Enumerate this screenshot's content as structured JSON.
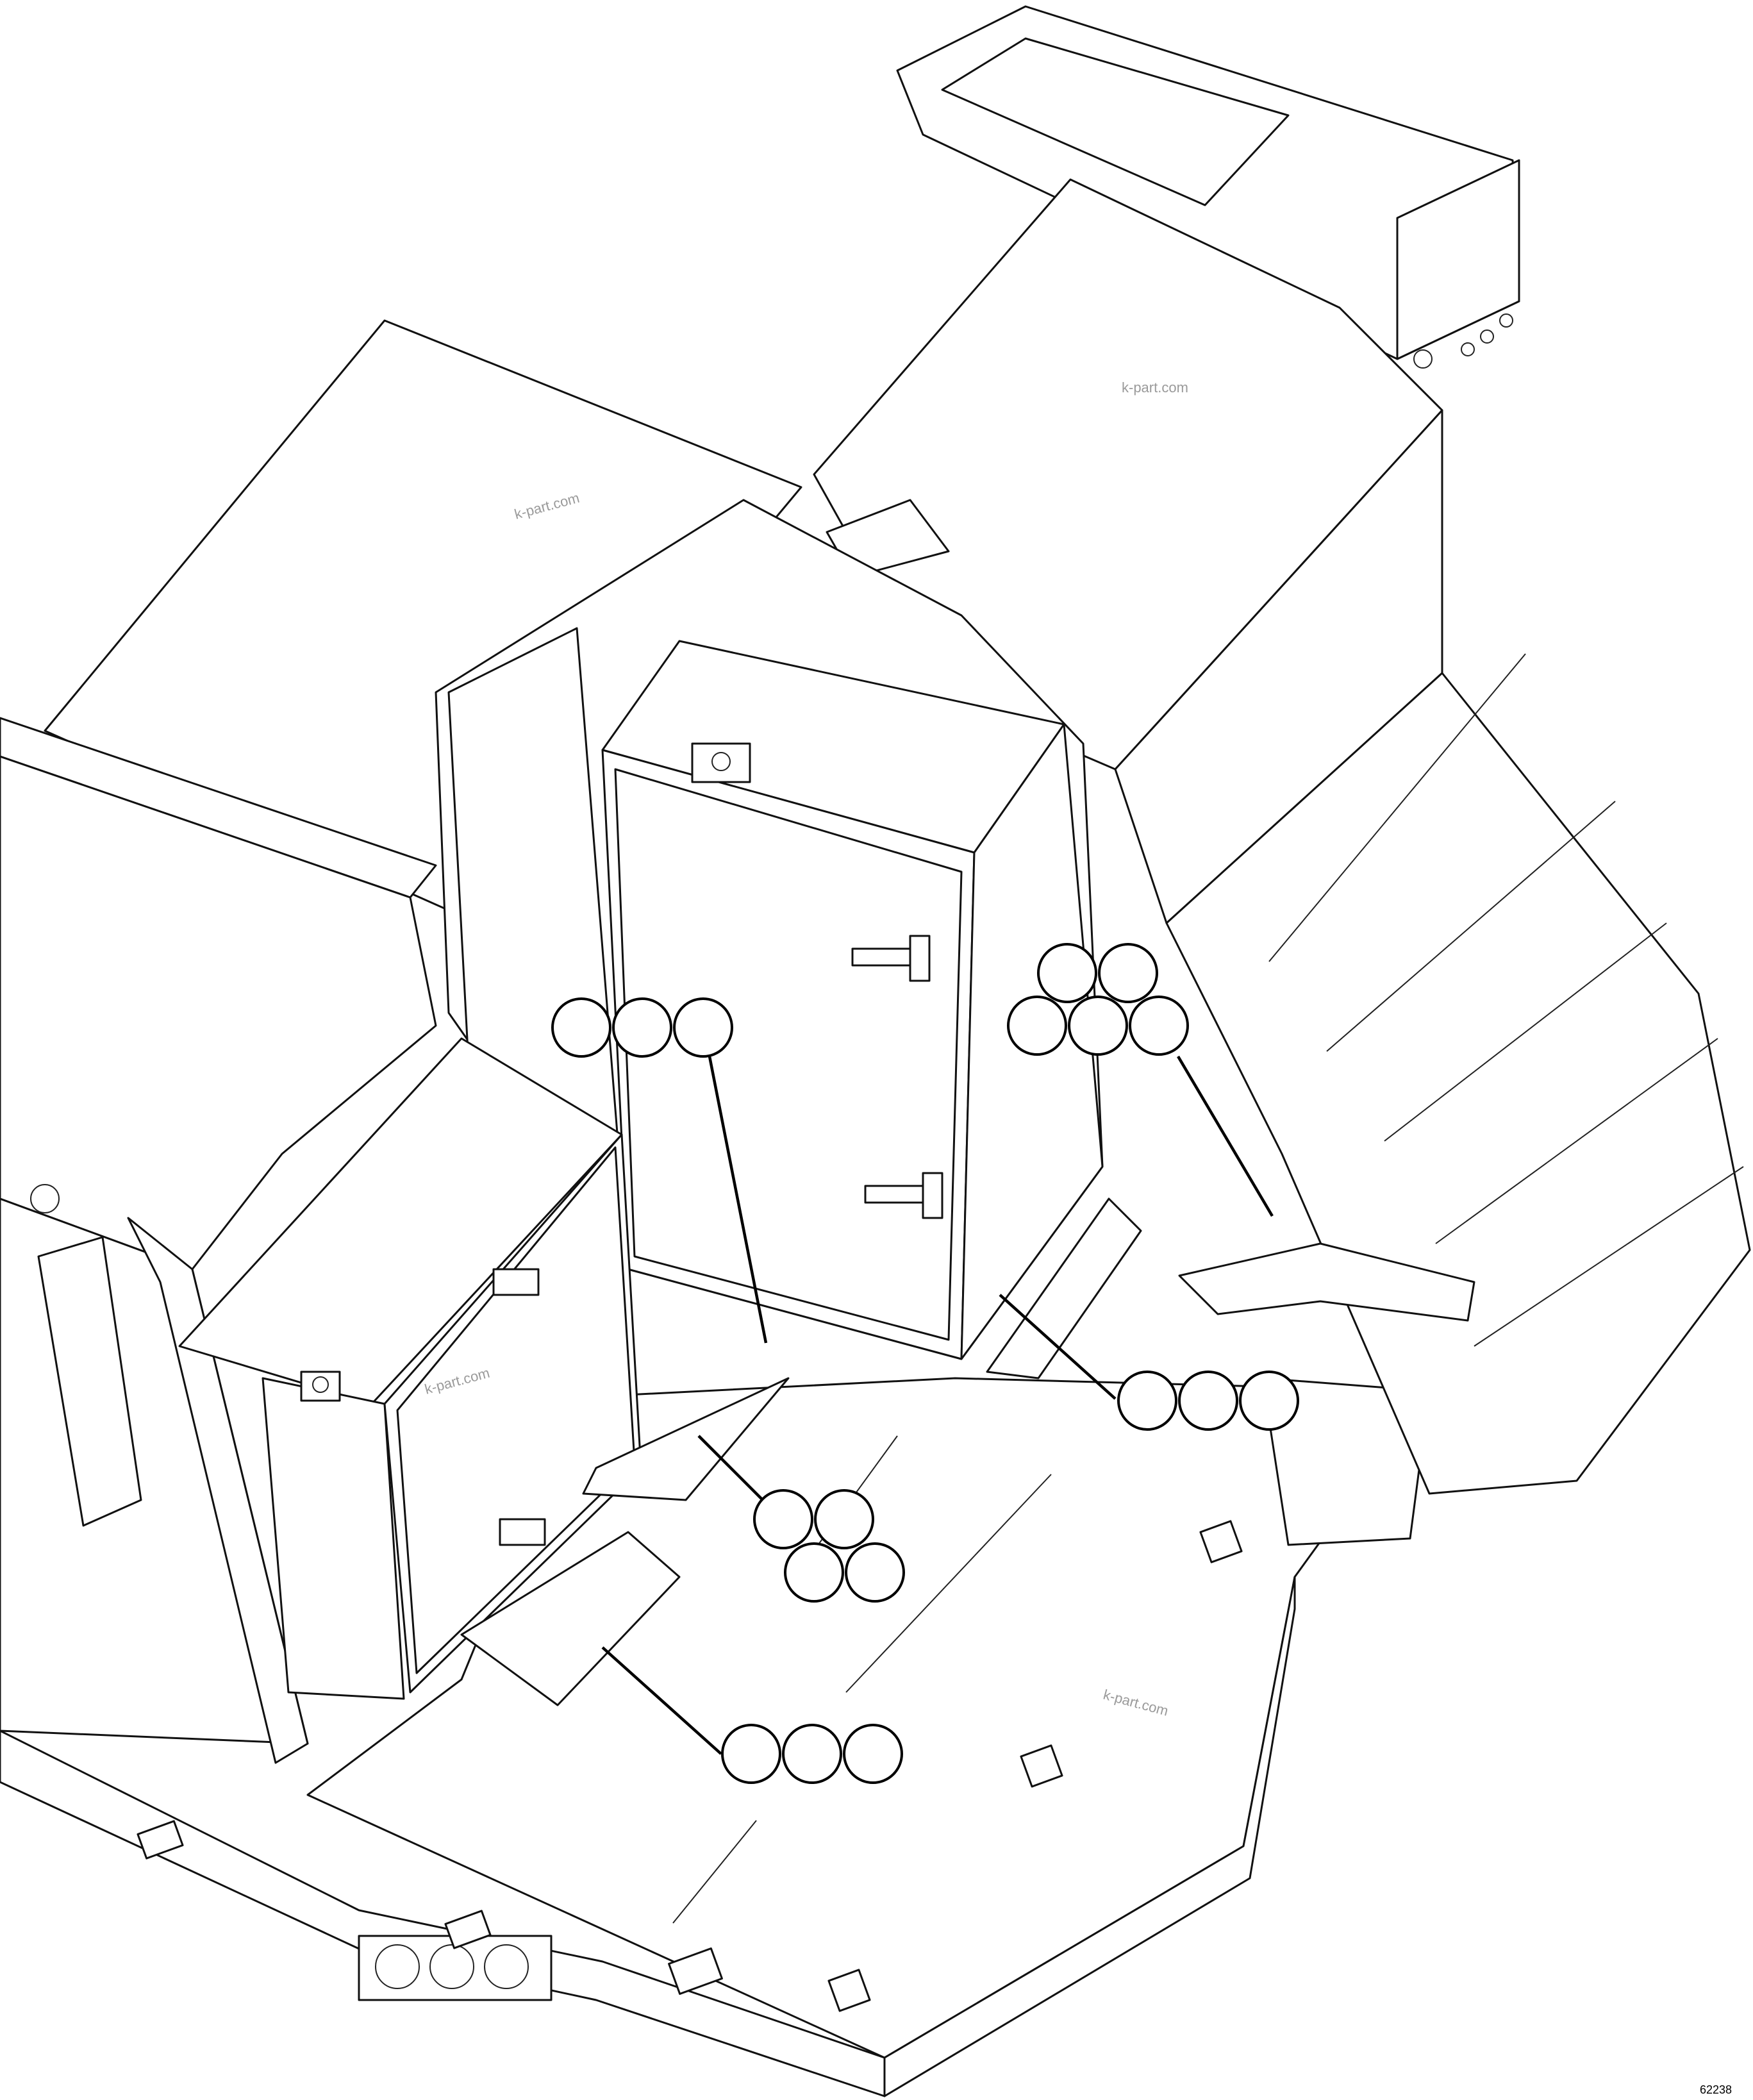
{
  "drawing": {
    "watermark_text": "k-part.com",
    "drawing_number": "62238",
    "line_color": "#111111",
    "background": "#ffffff"
  },
  "callout_groups": [
    {
      "name": "left-box-callouts",
      "bubble_count": 3
    },
    {
      "name": "right-box-callouts",
      "bubble_count": 5
    },
    {
      "name": "center-plate-callouts",
      "bubble_count": 3
    },
    {
      "name": "bracket-callouts",
      "bubble_count": 4
    },
    {
      "name": "floor-plate-callouts",
      "bubble_count": 3
    }
  ]
}
